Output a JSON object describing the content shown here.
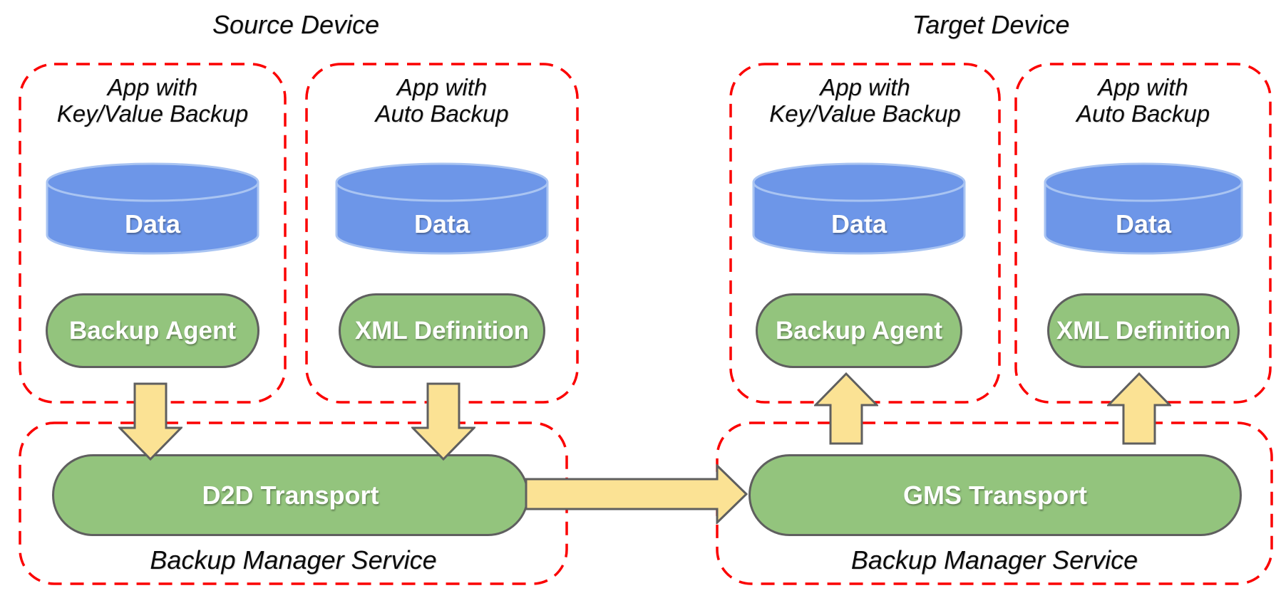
{
  "colors": {
    "dashed_border_red": "#fb0000",
    "cylinder_blue": "#6d96e8",
    "cylinder_stroke_blue": "#a9c4f2",
    "component_green": "#93c47d",
    "component_border_gray": "#5f5f5f",
    "arrow_yellow": "#fbe294",
    "arrow_border_gray": "#5f5f5f",
    "label_text_black": "#0b0b0b",
    "component_text_white": "#ffffff"
  },
  "source_device": {
    "title": "Source Device",
    "apps": [
      {
        "name_line1": "App with",
        "name_line2": "Key/Value Backup",
        "data_store": "Data",
        "component": "Backup Agent"
      },
      {
        "name_line1": "App with",
        "name_line2": "Auto Backup",
        "data_store": "Data",
        "component": "XML Definition"
      }
    ],
    "service": {
      "transport": "D2D Transport",
      "name": "Backup Manager Service"
    }
  },
  "target_device": {
    "title": "Target Device",
    "apps": [
      {
        "name_line1": "App with",
        "name_line2": "Key/Value Backup",
        "data_store": "Data",
        "component": "Backup Agent"
      },
      {
        "name_line1": "App with",
        "name_line2": "Auto Backup",
        "data_store": "Data",
        "component": "XML Definition"
      }
    ],
    "service": {
      "transport": "GMS Transport",
      "name": "Backup Manager Service"
    }
  }
}
